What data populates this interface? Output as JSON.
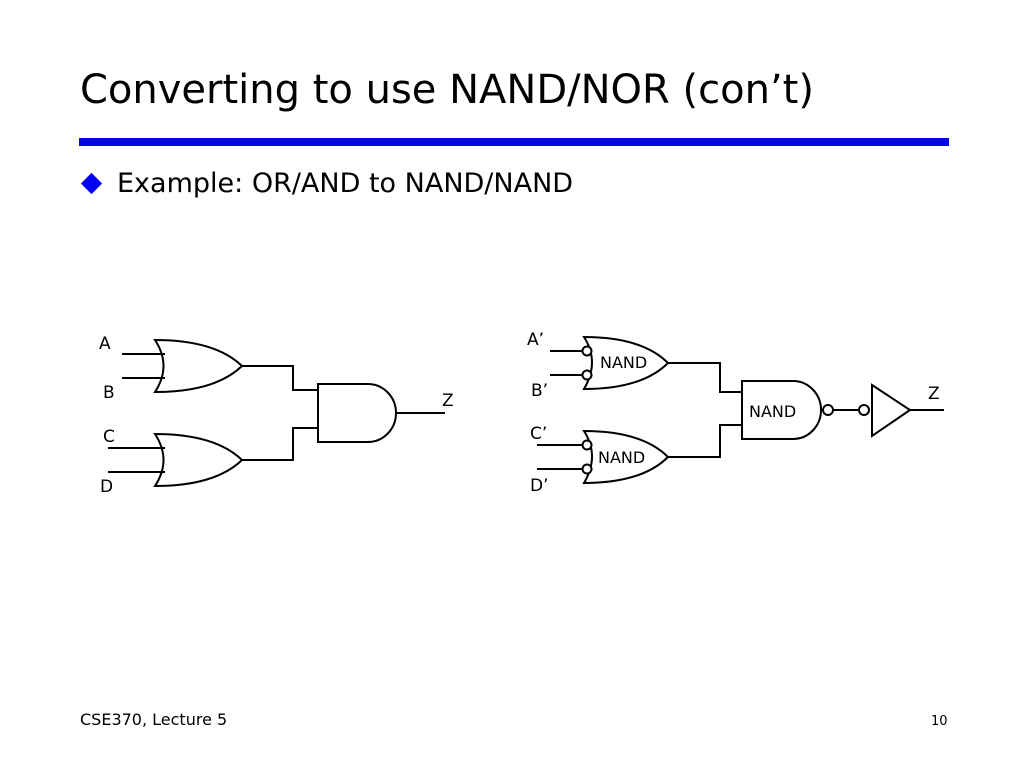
{
  "slide": {
    "title": "Converting to use NAND/NOR (con’t)",
    "bullet": "Example: OR/AND to NAND/NAND"
  },
  "left_circuit": {
    "inputs": [
      "A",
      "B",
      "C",
      "D"
    ],
    "output": "Z"
  },
  "right_circuit": {
    "inputs": [
      "A’",
      "B’",
      "C’",
      "D’"
    ],
    "gate_labels": [
      "NAND",
      "NAND",
      "NAND"
    ],
    "output": "Z"
  },
  "footer": {
    "course": "CSE370, Lecture 5",
    "page": "10"
  },
  "colors": {
    "accent": "#0000ee",
    "ink": "#000000"
  }
}
